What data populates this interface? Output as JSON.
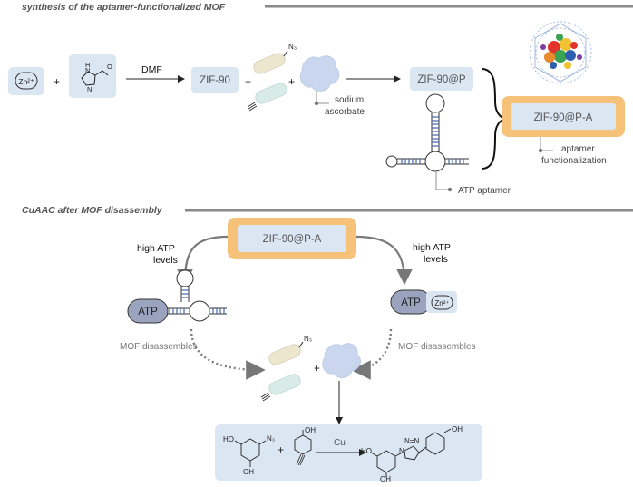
{
  "section1": {
    "title": "synthesis of the aptamer-functionalized MOF"
  },
  "section2": {
    "title": "CuAAC after MOF disassembly"
  },
  "reaction1": {
    "zinc_ion": "Zn²⁺",
    "solvent": "DMF",
    "zif90": "ZIF-90",
    "azide_label": "N₃",
    "sodium_ascorbate_line1": "sodium",
    "sodium_ascorbate_line2": "ascorbate",
    "zif90_at_p": "ZIF-90@P",
    "zif90_at_pa": "ZIF-90@P-A",
    "atp_aptamer": "ATP aptamer",
    "aptamer_func_line1": "aptamer",
    "aptamer_func_line2": "functionalization",
    "imidazole_n": "N",
    "imidazole_h": "H",
    "imidazole_o": "O"
  },
  "reaction2": {
    "zif90_at_pa": "ZIF-90@P-A",
    "left_high_line1": "high ATP",
    "left_high_line2": "levels",
    "right_high_line1": "high ATP",
    "right_high_line2": "levels",
    "atp_left": "ATP",
    "atp_right": "ATP",
    "zinc_ion": "Zn²⁺",
    "mof_disassembles_left": "MOF disassembles",
    "mof_disassembles_right": "MOF disassembles",
    "azide_label": "N₃",
    "catalyst": "Cuᴵ",
    "chem_ho": "HO",
    "chem_oh": "OH",
    "chem_n3": "N₃",
    "chem_n": "N",
    "chem_nn": "N=N"
  },
  "colors": {
    "light_blue_box": "#dbe6f3",
    "orange_frame": "#f6c27a",
    "azide_tube": "#ece6cf",
    "alkyne_tube": "#d8ebe6",
    "protein": "#c9d6ee",
    "atp_pill": "#9aa4be",
    "section_line": "#8a8a8a"
  }
}
